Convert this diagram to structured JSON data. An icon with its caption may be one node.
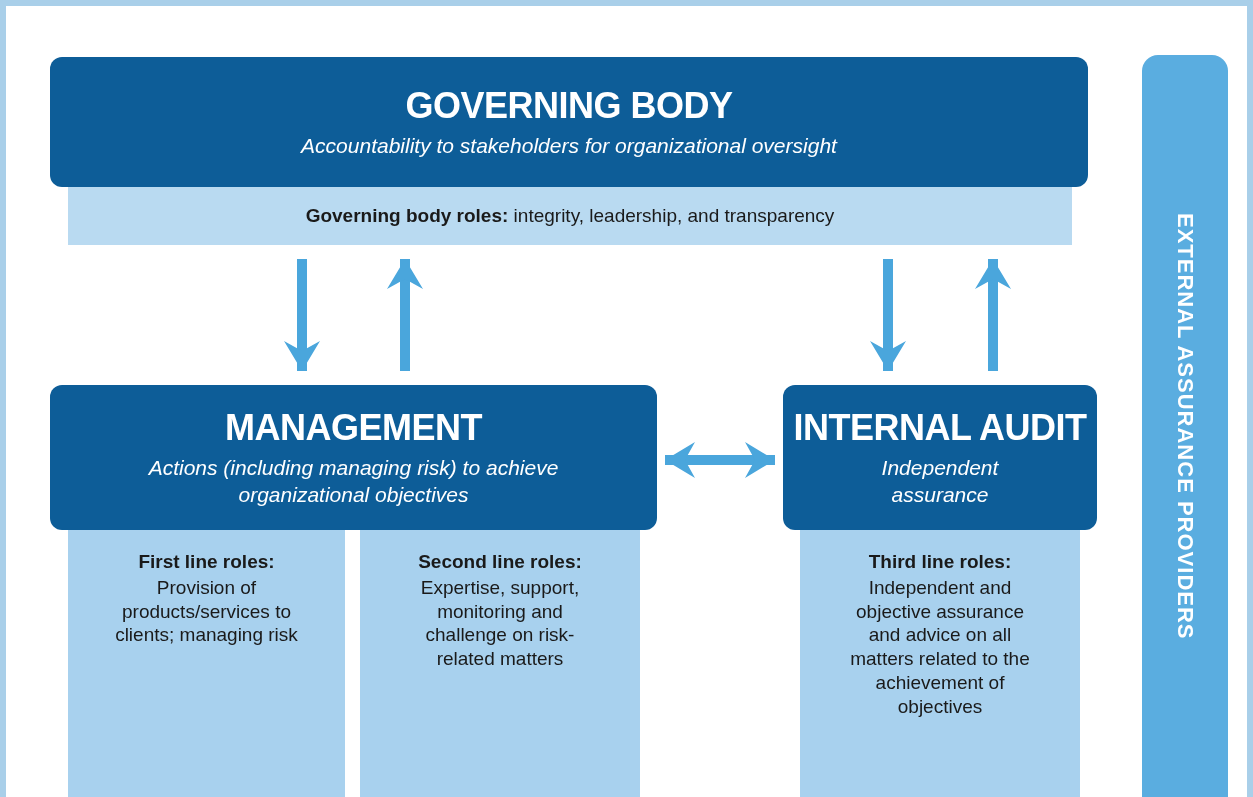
{
  "diagram": {
    "nodes": [
      {
        "text": [
          "GOVERNING BODY",
          "Accountability to stakeholders for organizational oversight"
        ]
      },
      {
        "text": [
          "**Governing body roles:** integrity, leadership, and transparency"
        ]
      },
      {
        "text": [
          "MANAGEMENT",
          "Actions (including managing risk) to achieve organizational objectives"
        ]
      },
      {
        "text": [
          "First line roles:",
          "Provision of products/services to clients; managing risk"
        ]
      },
      {
        "text": [
          "Second line roles:",
          "Expertise, support, monitoring and challenge on risk-related matters"
        ]
      },
      {
        "text": [
          "INTERNAL AUDIT",
          "Independent assurance"
        ]
      },
      {
        "text": [
          "Third line roles:",
          "Independent and objective assurance and advice on all matters related to the achievement of objectives"
        ]
      },
      {
        "text": [
          "EXTERNAL ASSURANCE PROVIDERS"
        ]
      }
    ],
    "edges": [
      {
        "from": 1,
        "to": 2,
        "arrow": "to"
      },
      {
        "from": 2,
        "to": 1,
        "arrow": "to"
      },
      {
        "from": 1,
        "to": 5,
        "arrow": "to"
      },
      {
        "from": 5,
        "to": 1,
        "arrow": "to"
      },
      {
        "from": 2,
        "to": 5,
        "arrow": "both"
      }
    ]
  }
}
